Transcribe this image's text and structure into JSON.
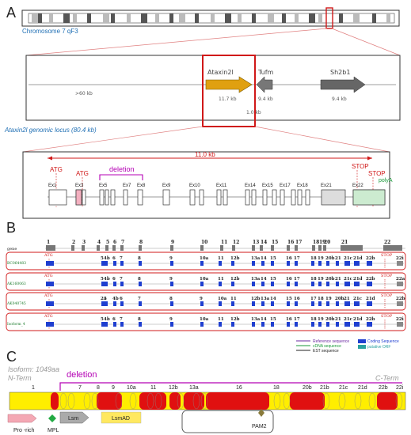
{
  "panels": {
    "a": "A",
    "b": "B",
    "c": "C"
  },
  "panel_a": {
    "chromosome_label": "Chromosome 7 qF3",
    "genes": [
      {
        "name": "Ataxin2l",
        "size": "11.7 kb"
      },
      {
        "name": "Tufm",
        "size": "9.4 kb"
      },
      {
        "name": "Sh2b1",
        "size": "9.4 kb"
      }
    ],
    "left_distance": ">60 kb",
    "gap_label": "1.0 kb",
    "locus_label": "Ataxin2l genomic locus (80.4 kb)",
    "span_label": "11.0 kb",
    "atg": "ATG",
    "stop": "STOP",
    "deletion": "deletion",
    "polyA": "polyA",
    "exons": [
      "Ex1",
      "Ex3",
      "Ex5",
      "Ex7",
      "Ex8",
      "Ex9",
      "Ex10",
      "Ex11",
      "Ex14",
      "Ex15",
      "Ex17",
      "Ex18",
      "Ex21",
      "Ex22"
    ]
  },
  "panel_b": {
    "gene_row_label": "gene",
    "gene_exons": [
      "1",
      "2",
      "3",
      "4",
      "5",
      "6",
      "7",
      "8",
      "9",
      "10",
      "11",
      "12",
      "13",
      "14",
      "15",
      "16",
      "17",
      "18",
      "19",
      "20",
      "21",
      "22"
    ],
    "isoforms": [
      {
        "name": "BC064483",
        "exons": [
          "5",
          "4b",
          "6",
          "7",
          "8",
          "9",
          "10a",
          "11",
          "12b",
          "13a",
          "14",
          "15",
          "16",
          "17",
          "18",
          "19",
          "20b",
          "21",
          "21c",
          "21d",
          "22b",
          "22i"
        ]
      },
      {
        "name": "AK160063",
        "exons": [
          "5",
          "4b",
          "6",
          "7",
          "8",
          "9",
          "10a",
          "11",
          "12b",
          "13a",
          "14",
          "15",
          "16",
          "17",
          "18",
          "19",
          "20b",
          "21",
          "21c",
          "21d",
          "22b",
          "22a"
        ]
      },
      {
        "name": "AK040745",
        "exons": [
          "2a",
          "5",
          "4b",
          "6",
          "7",
          "8",
          "9",
          "10a",
          "11",
          "12b",
          "13a",
          "14",
          "15",
          "16",
          "17",
          "18",
          "19",
          "20b",
          "21",
          "21c",
          "21d",
          "22b"
        ]
      },
      {
        "name": "Isoform_4",
        "exons": [
          "5",
          "4b",
          "6",
          "7",
          "8",
          "9",
          "10a",
          "11",
          "12b",
          "13a",
          "14",
          "15",
          "16",
          "17",
          "18",
          "19",
          "20b",
          "21",
          "21c",
          "21d",
          "22b",
          "22i"
        ]
      }
    ],
    "atg": "ATG",
    "stop": "STOP",
    "legend": [
      {
        "label": "Reference sequence",
        "color": "#6a2aa0"
      },
      {
        "label": "cDNA sequence",
        "color": "#1a9a3a"
      },
      {
        "label": "EST sequence",
        "color": "#222222"
      },
      {
        "label": "Coding Sequence",
        "color": "#1f3fd0"
      },
      {
        "label": "putative ORF",
        "color": "#2aa0a0"
      }
    ]
  },
  "panel_c": {
    "isoform": "Isoform: 1049aa",
    "n_term": "N-Term",
    "c_term": "C-Term",
    "deletion": "deletion",
    "exon_labels": [
      "1",
      "7",
      "8",
      "9",
      "10a",
      "11",
      "12b",
      "13a",
      "16",
      "18",
      "20b",
      "21b",
      "21c",
      "21d",
      "22b",
      "22i"
    ],
    "domains": [
      "Pro -rich",
      "MPL",
      "Lsm",
      "LsmAD",
      "PAM2"
    ]
  },
  "colors": {
    "red": "#d01818",
    "magenta": "#b400b4",
    "blue": "#1f6fb4",
    "yellow": "#ffee00",
    "exon_red": "#e01010"
  }
}
